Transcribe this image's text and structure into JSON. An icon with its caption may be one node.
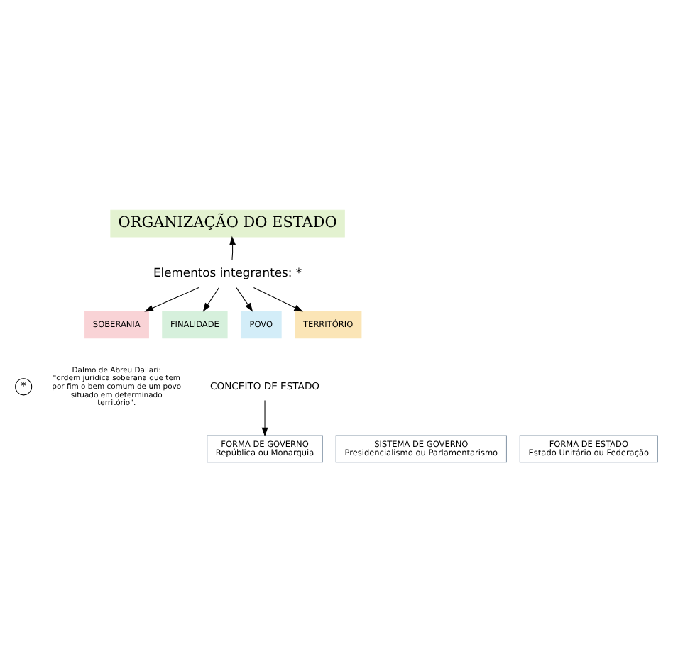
{
  "diagram": {
    "nodes": [
      {
        "text": [
          "ORGANIZAÇÃO DO ESTADO"
        ]
      },
      {
        "text": [
          "Elementos integrantes: *"
        ]
      },
      {
        "text": [
          "SOBERANIA"
        ]
      },
      {
        "text": [
          "FINALIDADE"
        ]
      },
      {
        "text": [
          "POVO"
        ]
      },
      {
        "text": [
          "TERRITÓRIO"
        ]
      },
      {
        "text": [
          "Dalmo de Abreu Dallari:",
          "\"ordem juridica soberana que tem por fim o bem comum de um povo situado em determinado território\"."
        ]
      },
      {
        "text": [
          "CONCEITO DE ESTADO"
        ]
      },
      {
        "text": [
          "FORMA DE GOVERNO",
          "República ou Monarquia"
        ]
      },
      {
        "text": [
          "SISTEMA DE GOVERNO",
          "Presidencialismo ou Parlamentarismo"
        ]
      },
      {
        "text": [
          "FORMA DE ESTADO",
          "Estado Unitário ou Federação"
        ]
      }
    ],
    "edges": [
      {
        "from": 1,
        "to": 0,
        "arrow": "to"
      },
      {
        "from": 1,
        "to": 2,
        "arrow": "to"
      },
      {
        "from": 1,
        "to": 3,
        "arrow": "to"
      },
      {
        "from": 1,
        "to": 4,
        "arrow": "to"
      },
      {
        "from": 1,
        "to": 5,
        "arrow": "to"
      },
      {
        "from": 7,
        "to": 8,
        "arrow": "to"
      }
    ],
    "labels": [
      "*"
    ]
  }
}
